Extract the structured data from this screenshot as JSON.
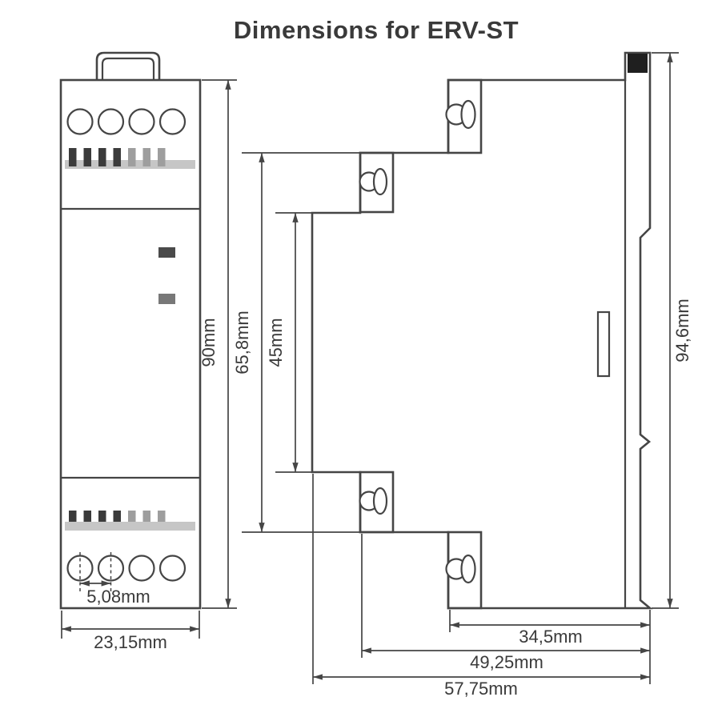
{
  "title": "Dimensions for ERV-ST",
  "colors": {
    "bg": "#ffffff",
    "line": "#454545",
    "text": "#3a3a3a",
    "dark_fill": "#1f1f1f",
    "band": "#c6c6c6",
    "bar_dark": "#3b3b3b",
    "bar_light": "#9e9e9e",
    "led_dark": "#4a4a4a",
    "led_light": "#787878"
  },
  "dimensions": {
    "height_overall": "90mm",
    "height_terminal_span": "65,8mm",
    "height_body": "45mm",
    "height_side_overall": "94,6mm",
    "width_front": "23,15mm",
    "terminal_pitch": "5,08mm",
    "depth_rear": "34,5mm",
    "depth_mid": "49,25mm",
    "depth_overall": "57,75mm"
  }
}
